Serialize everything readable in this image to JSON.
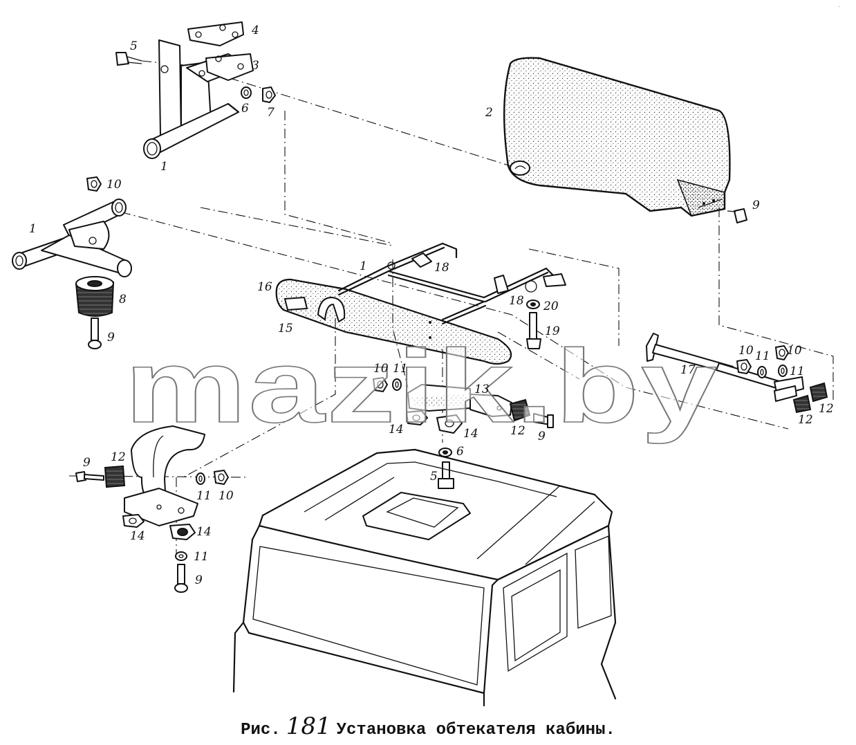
{
  "figure": {
    "caption_prefix": "Рис.",
    "figure_number": "181",
    "caption_text": "Установка обтекателя кабины."
  },
  "watermark": {
    "text": "mazik.by",
    "corner_mark": "."
  },
  "callouts": [
    {
      "id": "c-4",
      "text": "4"
    },
    {
      "id": "c-5-top",
      "text": "5"
    },
    {
      "id": "c-3",
      "text": "3"
    },
    {
      "id": "c-6-top",
      "text": "6"
    },
    {
      "id": "c-7",
      "text": "7"
    },
    {
      "id": "c-1-bracket",
      "text": "1"
    },
    {
      "id": "c-2",
      "text": "2"
    },
    {
      "id": "c-10-left",
      "text": "10"
    },
    {
      "id": "c-1-tube",
      "text": "1"
    },
    {
      "id": "c-8",
      "text": "8"
    },
    {
      "id": "c-9-left",
      "text": "9"
    },
    {
      "id": "c-9-right",
      "text": "9"
    },
    {
      "id": "c-1-frame",
      "text": "1"
    },
    {
      "id": "c-18-a",
      "text": "18"
    },
    {
      "id": "c-16",
      "text": "16"
    },
    {
      "id": "c-15",
      "text": "15"
    },
    {
      "id": "c-18-b",
      "text": "18"
    },
    {
      "id": "c-20",
      "text": "20"
    },
    {
      "id": "c-19",
      "text": "19"
    },
    {
      "id": "c-10-mid",
      "text": "10"
    },
    {
      "id": "c-11-mid",
      "text": "11"
    },
    {
      "id": "c-13",
      "text": "13"
    },
    {
      "id": "c-14-a",
      "text": "14"
    },
    {
      "id": "c-14-b",
      "text": "14"
    },
    {
      "id": "c-12-mid",
      "text": "12"
    },
    {
      "id": "c-9-mid",
      "text": "9"
    },
    {
      "id": "c-17",
      "text": "17"
    },
    {
      "id": "c-10-r1",
      "text": "10"
    },
    {
      "id": "c-11-r1",
      "text": "11"
    },
    {
      "id": "c-10-r2",
      "text": "10"
    },
    {
      "id": "c-11-r2",
      "text": "11"
    },
    {
      "id": "c-12-r1",
      "text": "12"
    },
    {
      "id": "c-12-r2",
      "text": "12"
    },
    {
      "id": "c-6-roof",
      "text": "6"
    },
    {
      "id": "c-5-roof",
      "text": "5"
    },
    {
      "id": "c-9-bl",
      "text": "9"
    },
    {
      "id": "c-12-bl",
      "text": "12"
    },
    {
      "id": "c-11-bl",
      "text": "11"
    },
    {
      "id": "c-10-bl",
      "text": "10"
    },
    {
      "id": "c-14-bl-a",
      "text": "14"
    },
    {
      "id": "c-14-bl-b",
      "text": "14"
    },
    {
      "id": "c-11-bl-low",
      "text": "11"
    },
    {
      "id": "c-9-bl-low",
      "text": "9"
    }
  ]
}
